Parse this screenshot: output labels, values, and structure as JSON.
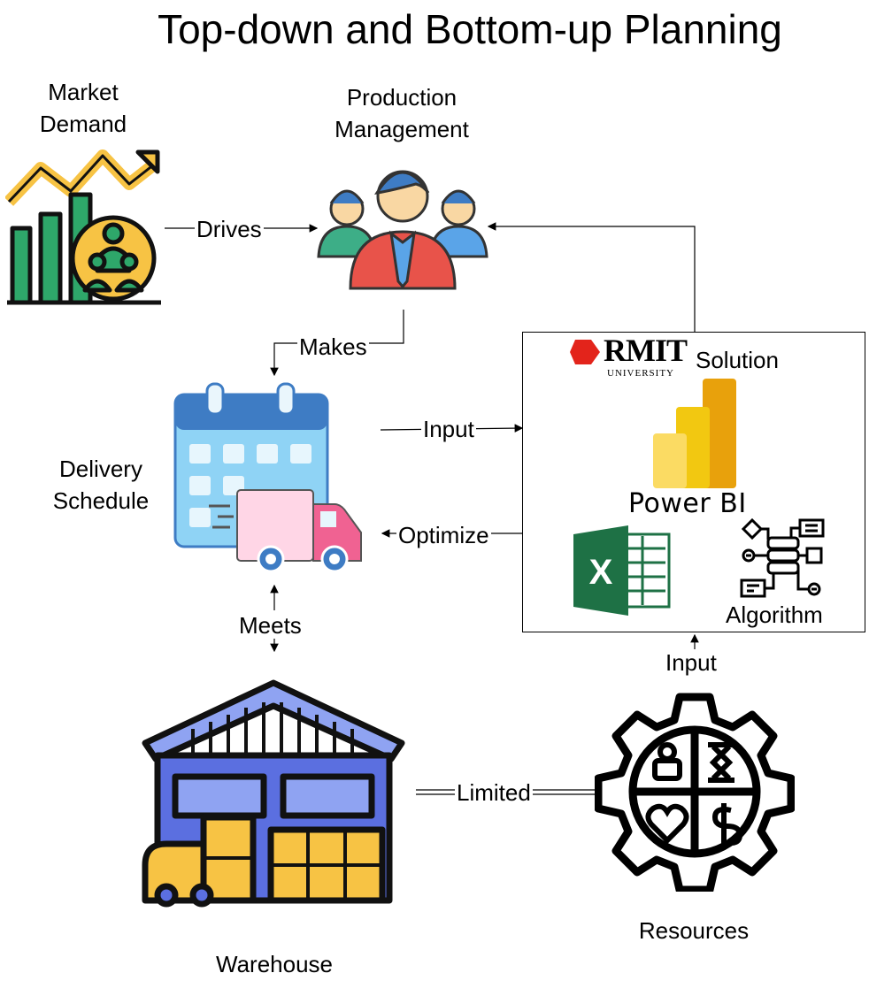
{
  "title": "Top-down and Bottom-up Planning",
  "nodes": {
    "market_demand": "Market\nDemand",
    "production_management": "Production\nManagement",
    "delivery_schedule": "Delivery\nSchedule",
    "warehouse": "Warehouse",
    "resources": "Resources"
  },
  "edges": {
    "drives": "Drives",
    "makes": "Makes",
    "input_schedule": "Input",
    "optimize": "Optimize",
    "meets": "Meets",
    "limited": "Limited",
    "input_resources": "Input"
  },
  "solution": {
    "logo_word": "RMIT",
    "logo_sub": "UNIVERSITY",
    "label": "Solution",
    "powerbi": "Power BI",
    "excel_letter": "X",
    "algorithm": "Algorithm"
  },
  "colors": {
    "green": "#2EA76A",
    "yellow": "#F7C344",
    "blue": "#5AA4E8",
    "red": "#E8534A",
    "warehouse_blue": "#5B6FE0",
    "excel_green": "#1E7145",
    "powerbi_gold": "#F2C811",
    "rmit_red": "#E3241B"
  },
  "icons": [
    "market-chart-icon",
    "team-icon",
    "calendar-truck-icon",
    "warehouse-icon",
    "resources-gear-icon",
    "power-bi-icon",
    "excel-icon",
    "algorithm-icon",
    "rmit-logo-icon"
  ]
}
